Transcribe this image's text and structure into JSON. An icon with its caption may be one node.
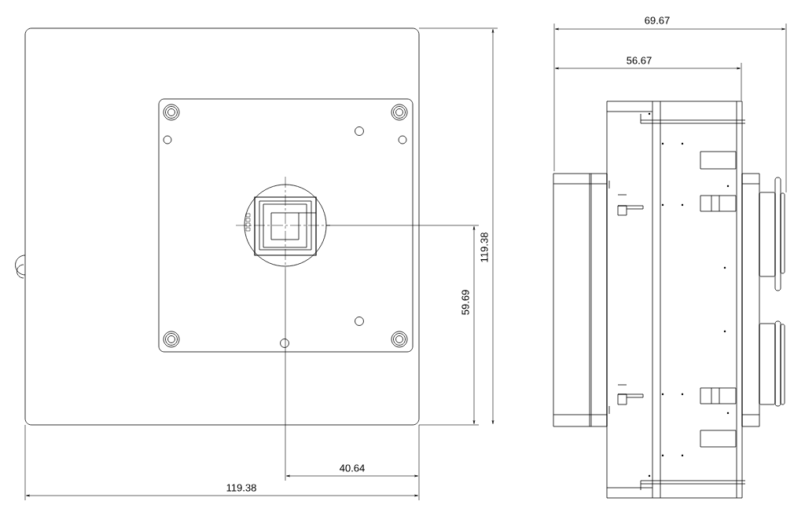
{
  "diagram": {
    "labels": [
      "69.67",
      "56.67",
      "119.38",
      "59.69",
      "40.64",
      "119.38"
    ]
  }
}
